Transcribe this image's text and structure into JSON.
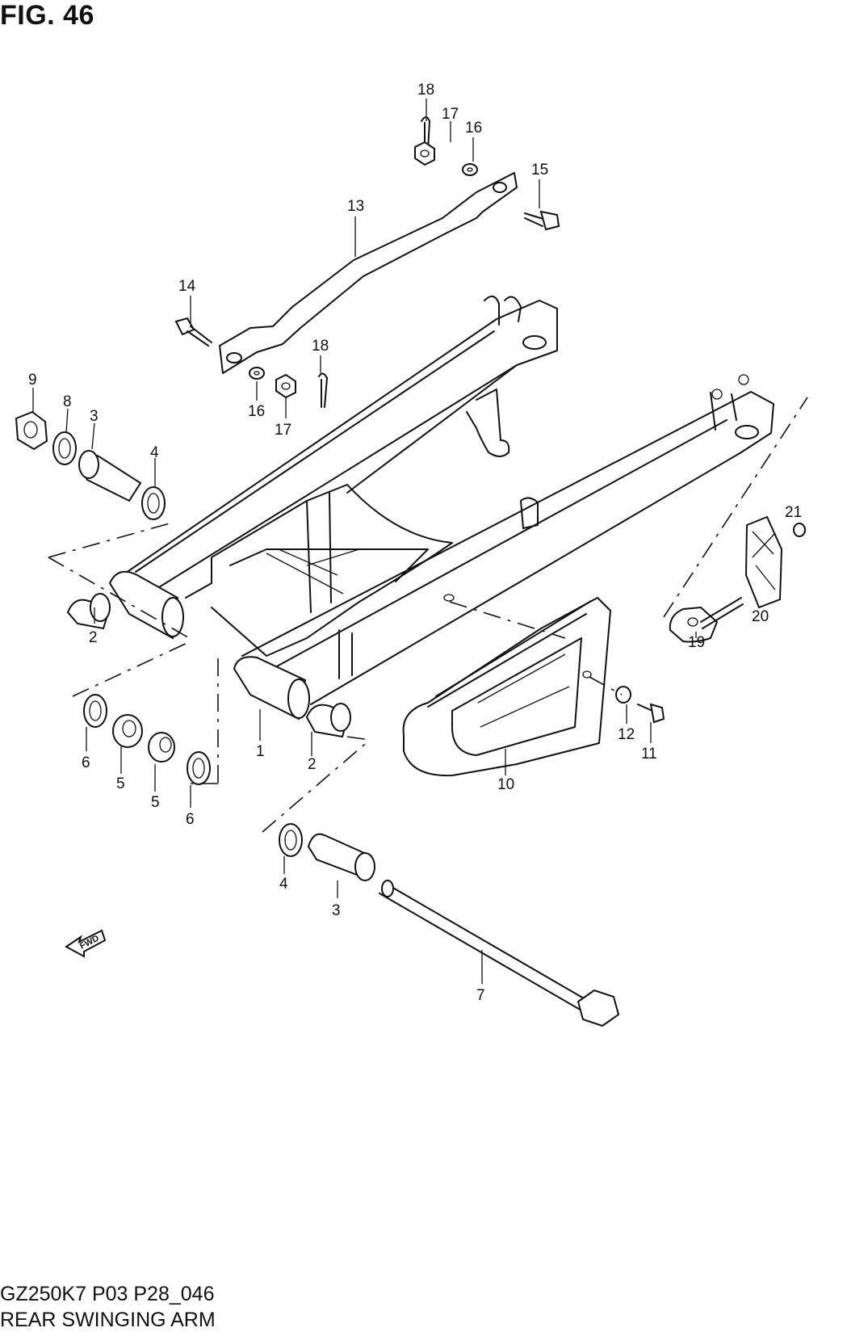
{
  "header": {
    "title": "FIG. 46"
  },
  "footer": {
    "model_code": "GZ250K7 P03 P28_046",
    "section": "REAR SWINGING ARM"
  },
  "fwd_arrow": {
    "label": "FWD"
  },
  "callouts": [
    {
      "id": "c1",
      "label": "1"
    },
    {
      "id": "c2a",
      "label": "2"
    },
    {
      "id": "c2b",
      "label": "2"
    },
    {
      "id": "c3a",
      "label": "3"
    },
    {
      "id": "c3b",
      "label": "3"
    },
    {
      "id": "c4a",
      "label": "4"
    },
    {
      "id": "c4b",
      "label": "4"
    },
    {
      "id": "c5a",
      "label": "5"
    },
    {
      "id": "c5b",
      "label": "5"
    },
    {
      "id": "c6a",
      "label": "6"
    },
    {
      "id": "c6b",
      "label": "6"
    },
    {
      "id": "c7",
      "label": "7"
    },
    {
      "id": "c8",
      "label": "8"
    },
    {
      "id": "c9",
      "label": "9"
    },
    {
      "id": "c10",
      "label": "10"
    },
    {
      "id": "c11",
      "label": "11"
    },
    {
      "id": "c12",
      "label": "12"
    },
    {
      "id": "c13",
      "label": "13"
    },
    {
      "id": "c14",
      "label": "14"
    },
    {
      "id": "c15",
      "label": "15"
    },
    {
      "id": "c16a",
      "label": "16"
    },
    {
      "id": "c16b",
      "label": "16"
    },
    {
      "id": "c17a",
      "label": "17"
    },
    {
      "id": "c17b",
      "label": "17"
    },
    {
      "id": "c18a",
      "label": "18"
    },
    {
      "id": "c18b",
      "label": "18"
    },
    {
      "id": "c19",
      "label": "19"
    },
    {
      "id": "c20",
      "label": "20"
    },
    {
      "id": "c21",
      "label": "21"
    }
  ]
}
